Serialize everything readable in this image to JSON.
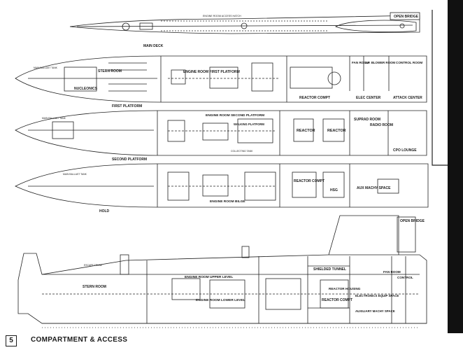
{
  "views": {
    "main_deck": "MAIN DECK",
    "first_platform": "FIRST PLATFORM",
    "second_platform": "SECOND PLATFORM",
    "hold": "HOLD"
  },
  "labels": {
    "open_bridge": "OPEN BRIDGE",
    "engine_room_access_hatch": "ENGINE ROOM ACCESS HATCH",
    "stern_room": "STERN ROOM",
    "engine_room_first_platform": "ENGINE ROOM FIRST PLATFORM",
    "nucleonics": "NUCLEONICS",
    "fan_room": "FAN ROOM",
    "lp_blower_room": "L.P. BLOWER ROOM",
    "control_room": "CONTROL ROOM",
    "elec_center": "ELEC CENTER",
    "attack_center": "ATTACK CENTER",
    "reactor_compt": "REACTOR COMPT",
    "main_ballast_tank": "MAIN BALLAST TANK",
    "engine_room_second_platform": "ENGINE ROOM SECOND PLATFORM",
    "walking_platform": "WALKING PLATFORM",
    "reactor": "REACTOR",
    "suprad_room": "SUPRAD ROOM",
    "radio_room": "RADIO ROOM",
    "cpo_lounge": "CPO LOUNGE",
    "engine_room_bilge": "ENGINE ROOM BILGE",
    "aux_machy_space": "AUX MACHY SPACE",
    "hsg": "HSG",
    "engine_room_upper_level": "ENGINE ROOM UPPER LEVEL",
    "engine_room_lower_level": "ENGINE ROOM LOWER LEVEL",
    "shielded_tunnel": "SHIELDED TUNNEL",
    "reactor_housing": "REACTOR HOUSING",
    "electronics_equip_space": "ELECTRONICS EQUIP SPACE",
    "auxiliary_machy_space": "AUXILIARY MACHY SPACE",
    "control": "CONTROL",
    "escape_trunk": "ESCAPE TRUNK",
    "collecting_tank": "COLLECTING TANK"
  },
  "footer": {
    "page_number": "5",
    "title": "COMPARTMENT & ACCESS"
  }
}
